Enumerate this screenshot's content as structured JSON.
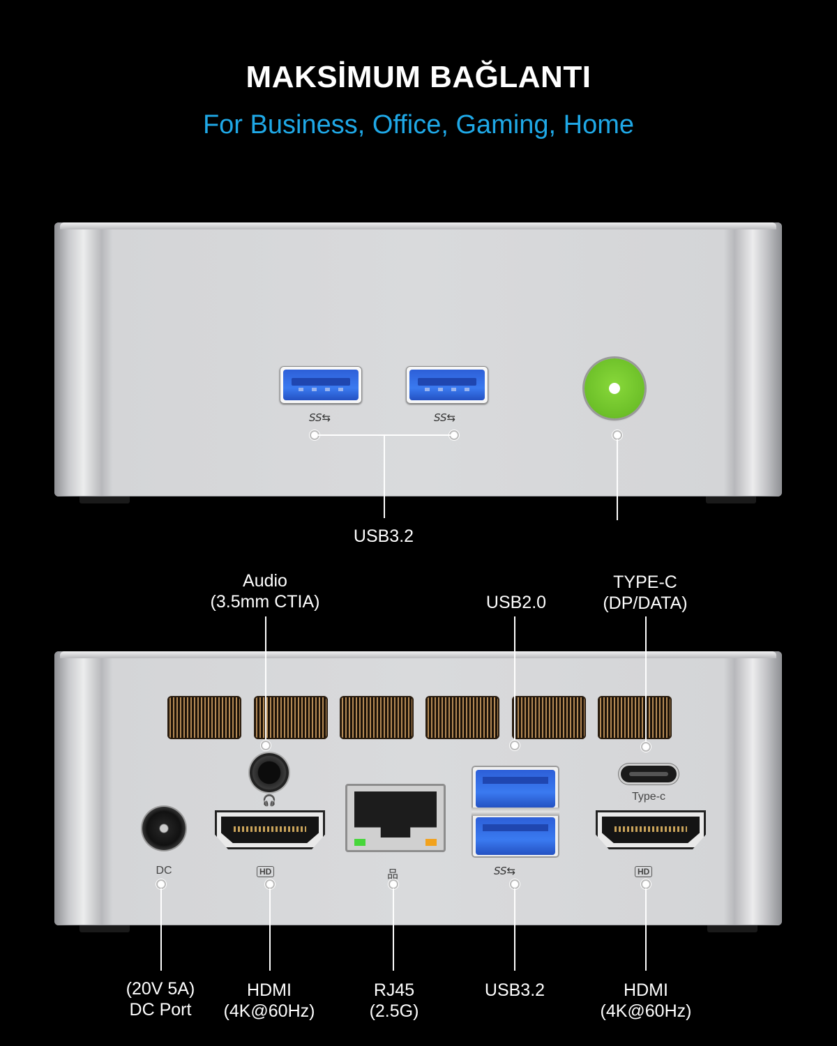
{
  "header": {
    "title": "MAKSİMUM BAĞLANTI",
    "subtitle": "For Business, Office, Gaming, Home"
  },
  "front_panel": {
    "usb_ss_marks": [
      "SS⇆",
      "SS⇆"
    ],
    "usb_label": "USB3.2"
  },
  "rear_panel": {
    "top_labels": {
      "audio": "Audio\n(3.5mm CTIA)",
      "usb2": "USB2.0",
      "typec": "TYPE-C\n(DP/DATA)"
    },
    "panel_marks": {
      "dc": "DC",
      "headphone": "🎧",
      "hd1": "HD",
      "lan": "品",
      "ss": "SS⇆",
      "typec": "Type-c",
      "hd2": "HD"
    },
    "bottom_labels": {
      "dc_port": "(20V 5A)\nDC Port",
      "hdmi1": "HDMI\n(4K@60Hz)",
      "rj45": "RJ45\n(2.5G)",
      "usb3": "USB3.2",
      "hdmi2": "HDMI\n(4K@60Hz)"
    }
  },
  "colors": {
    "accent": "#1fa8e6",
    "power_button": "#6cbf28",
    "usb3_port": "#3a7af0"
  }
}
